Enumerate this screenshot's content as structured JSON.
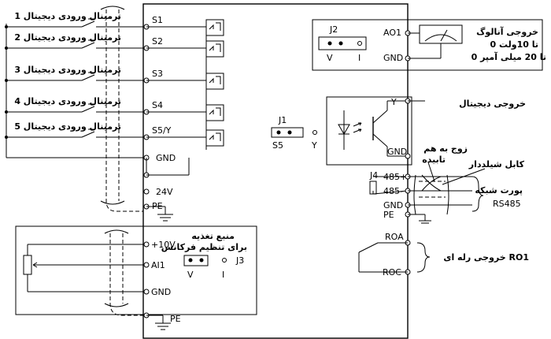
{
  "inputs": [
    {
      "label": "ترمینال ورودی دیجیتال 1",
      "terminal": "S1"
    },
    {
      "label": "ترمینال ورودی دیجیتال 2",
      "terminal": "S2"
    },
    {
      "label": "ترمینال ورودی دیجیتال 3",
      "terminal": "S3"
    },
    {
      "label": "ترمینال ورودی دیجیتال 4",
      "terminal": "S4"
    },
    {
      "label": "ترمینال ورودی دیجیتال 5",
      "terminal": "S5/Y"
    }
  ],
  "left_terminals": {
    "gnd": "GND",
    "v24": "24V",
    "pe": "PE"
  },
  "power_box": {
    "title_line1": "منبع تغذیه",
    "title_line2": "برای تنظیم فرکانس",
    "j3": "J3",
    "j3_v": "V",
    "j3_i": "I",
    "v10": "+10V",
    "ai1": "AI1",
    "gnd": "GND"
  },
  "pe_bottom": "PE",
  "analog": {
    "j2": "J2",
    "v": "V",
    "i": "I",
    "ao1": "AO1",
    "gnd": "GND",
    "title": "خروجی آنالوگ",
    "range1": "0 تا 10ولت",
    "range2": "0 تا 20 میلی آمپر"
  },
  "digital_out": {
    "y": "Y",
    "label": "خروجی دیجیتال",
    "gnd": "GND"
  },
  "j1": {
    "name": "J1",
    "s5": "S5",
    "y": "Y"
  },
  "twisted": {
    "line1": "زوج به هم",
    "line2": "تابیده"
  },
  "cable": "کابل شیلددار",
  "rs485": {
    "j4": "J4",
    "plus": "485+",
    "minus": "485-",
    "gnd": "GND",
    "pe": "PE",
    "port": "پورت شبکه",
    "name": "RS485"
  },
  "relay": {
    "roa": "ROA",
    "roc": "ROC",
    "label": "خروجی رله ای RO1"
  }
}
